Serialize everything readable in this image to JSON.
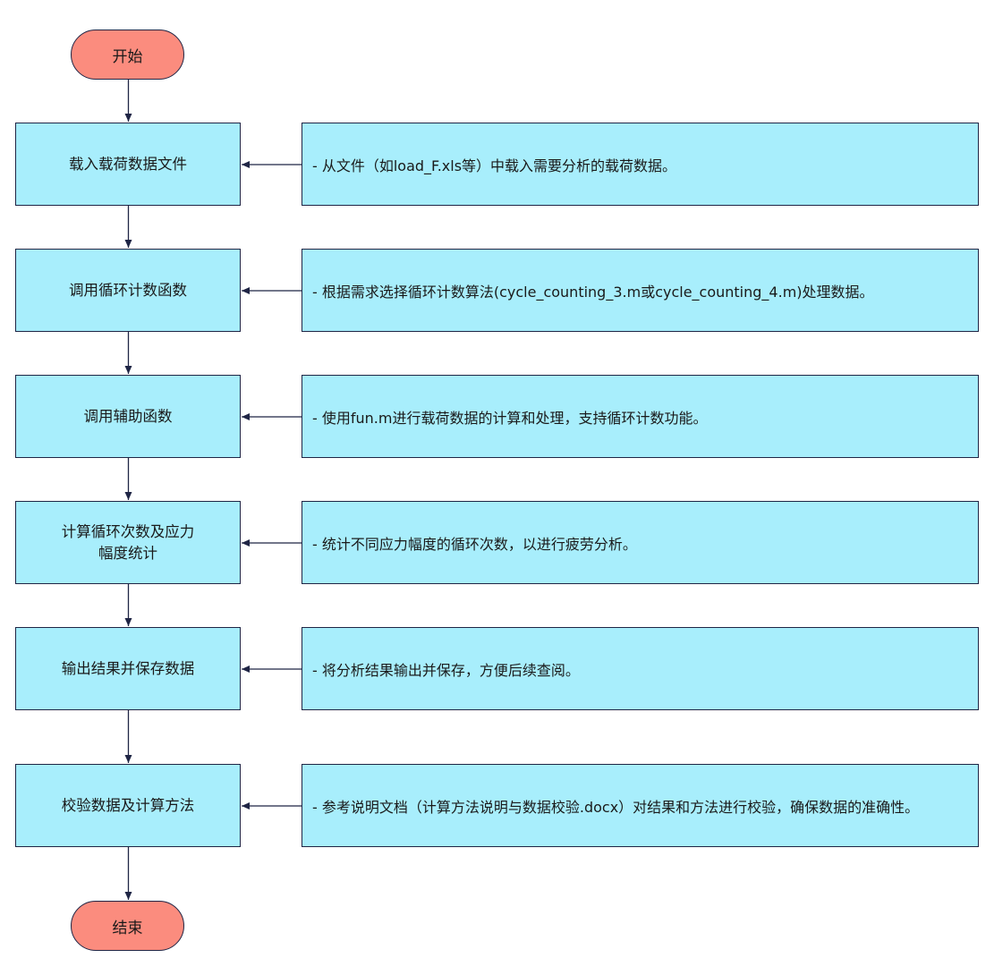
{
  "start": {
    "label": "开始"
  },
  "end": {
    "label": "结束"
  },
  "steps": [
    {
      "label": "载入载荷数据文件",
      "note": "- 从文件（如load_F.xls等）中载入需要分析的载荷数据。"
    },
    {
      "label": "调用循环计数函数",
      "note": "- 根据需求选择循环计数算法(cycle_counting_3.m或cycle_counting_4.m)处理数据。"
    },
    {
      "label": "调用辅助函数",
      "note": "- 使用fun.m进行载荷数据的计算和处理，支持循环计数功能。"
    },
    {
      "label": "计算循环次数及应力\n幅度统计",
      "note": "- 统计不同应力幅度的循环次数，以进行疲劳分析。"
    },
    {
      "label": "输出结果并保存数据",
      "note": "- 将分析结果输出并保存，方便后续查阅。"
    },
    {
      "label": "校验数据及计算方法",
      "note": "- 参考说明文档（计算方法说明与数据校验.docx）对结果和方法进行校验，确保数据的准确性。"
    }
  ],
  "colors": {
    "terminal_fill": "#fb8c7e",
    "box_fill": "#a8eefc",
    "stroke": "#1f2545"
  }
}
